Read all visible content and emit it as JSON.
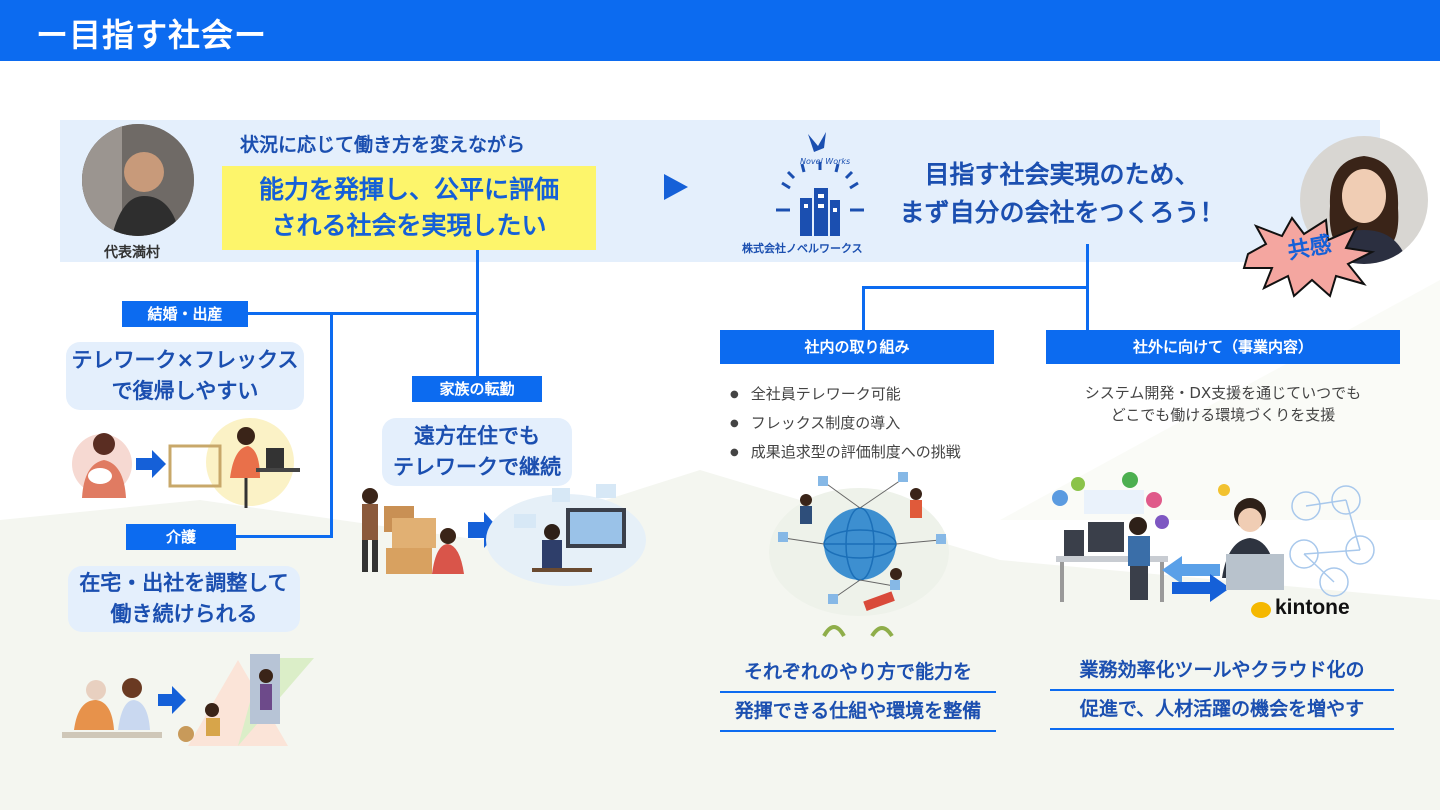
{
  "header": {
    "title": "ー目指す社会ー"
  },
  "top": {
    "ceo_caption": "代表満村",
    "lead_text": "状況に応じて働き方を変えながら",
    "highlight_line1": "能力を発揮し、公平に評価",
    "highlight_line2": "される社会を実現したい",
    "company_logo_text": "Novel Works",
    "company_name": "株式会社ノベルワークス",
    "goal_line1": "目指す社会実現のため、",
    "goal_line2": "まず自分の会社をつくろう！",
    "empathy_label": "共感"
  },
  "left": {
    "marriage_tag": "結婚・出産",
    "marriage_bubble_line1": "テレワーク×フレックス",
    "marriage_bubble_line2": "で復帰しやすい",
    "care_tag": "介護",
    "care_bubble_line1": "在宅・出社を調整して",
    "care_bubble_line2": "働き続けられる",
    "transfer_tag": "家族の転勤",
    "transfer_bubble_line1": "遠方在住でも",
    "transfer_bubble_line2": "テレワークで継続"
  },
  "internal": {
    "tag": "社内の取り組み",
    "bullets": [
      "全社員テレワーク可能",
      "フレックス制度の導入",
      "成果追求型の評価制度への挑戦"
    ],
    "summary_line1": "それぞれのやり方で能力を",
    "summary_line2": "発揮できる仕組や環境を整備"
  },
  "external": {
    "tag": "社外に向けて（事業内容）",
    "desc_line1": "システム開発・DX支援を通じていつでも",
    "desc_line2": "どこでも働ける環境づくりを支援",
    "brand": "kintone",
    "summary_line1": "業務効率化ツールやクラウド化の",
    "summary_line2": "促進で、人材活躍の機会を増やす"
  },
  "colors": {
    "brand_blue": "#0c6bf0",
    "highlight_yellow": "#fdf56b",
    "band": "#e4effc",
    "text_blue": "#1b4fb0"
  }
}
